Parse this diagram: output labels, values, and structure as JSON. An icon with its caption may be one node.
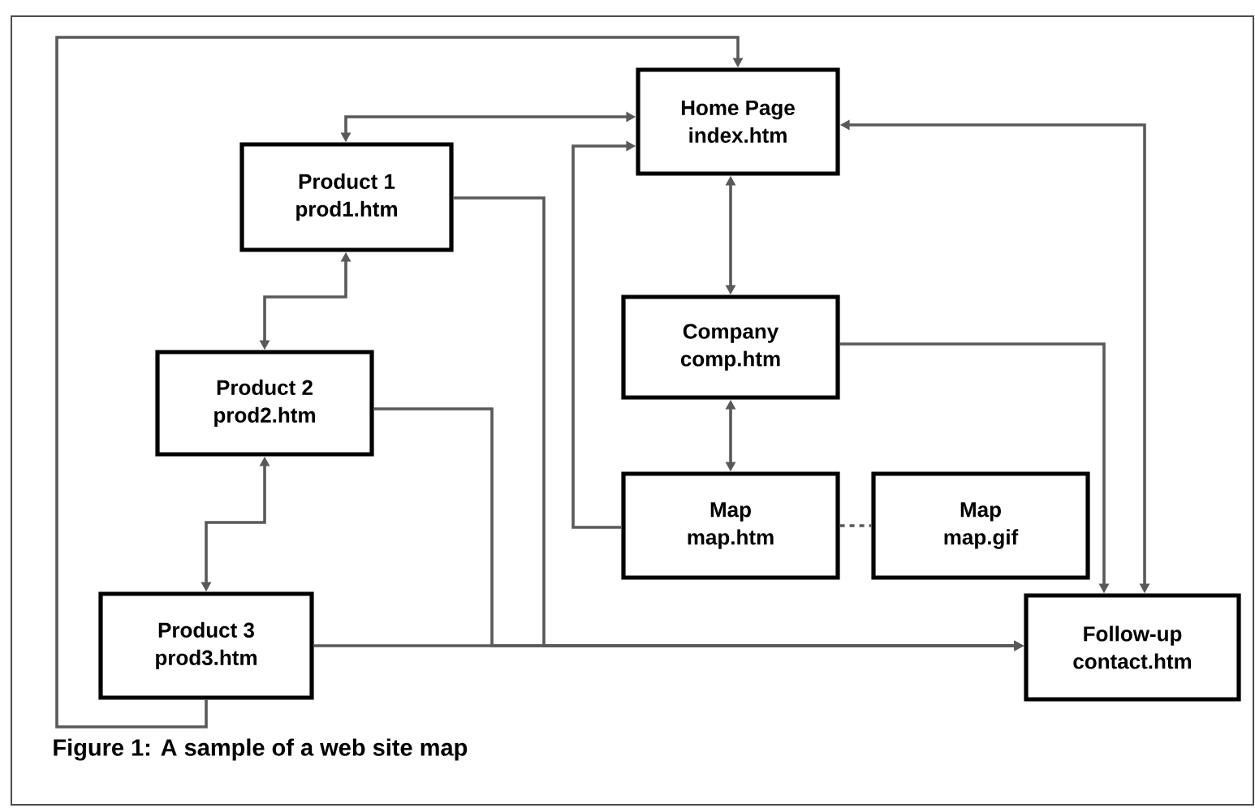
{
  "diagram": {
    "caption": "Figure 1: A sample of a web site map",
    "nodes": [
      {
        "text": [
          "Home Page",
          "index.htm"
        ]
      },
      {
        "text": [
          "Product 1",
          "prod1.htm"
        ]
      },
      {
        "text": [
          "Company",
          "comp.htm"
        ]
      },
      {
        "text": [
          "Product 2",
          "prod2.htm"
        ]
      },
      {
        "text": [
          "Map",
          "map.htm"
        ]
      },
      {
        "text": [
          "Map",
          "map.gif"
        ]
      },
      {
        "text": [
          "Product 3",
          "prod3.htm"
        ]
      },
      {
        "text": [
          "Follow-up",
          "contact.htm"
        ]
      }
    ],
    "edges": [
      {
        "from": 1,
        "to": 0,
        "arrow": "both"
      },
      {
        "from": 4,
        "to": 0,
        "arrow": "to"
      },
      {
        "from": 6,
        "to": 0,
        "arrow": "to"
      },
      {
        "from": 0,
        "to": 2,
        "arrow": "both"
      },
      {
        "from": 1,
        "to": 3,
        "arrow": "both"
      },
      {
        "from": 2,
        "to": 4,
        "arrow": "both"
      },
      {
        "from": 4,
        "to": 5,
        "arrow": "none",
        "style": "dashed"
      },
      {
        "from": 3,
        "to": 6,
        "arrow": "both"
      },
      {
        "from": 1,
        "to": 7,
        "arrow": "to"
      },
      {
        "from": 3,
        "to": 7,
        "arrow": "to"
      },
      {
        "from": 6,
        "to": 7,
        "arrow": "to"
      },
      {
        "from": 2,
        "to": 7,
        "arrow": "to"
      },
      {
        "from": 7,
        "to": 0,
        "arrow": "both"
      }
    ]
  }
}
